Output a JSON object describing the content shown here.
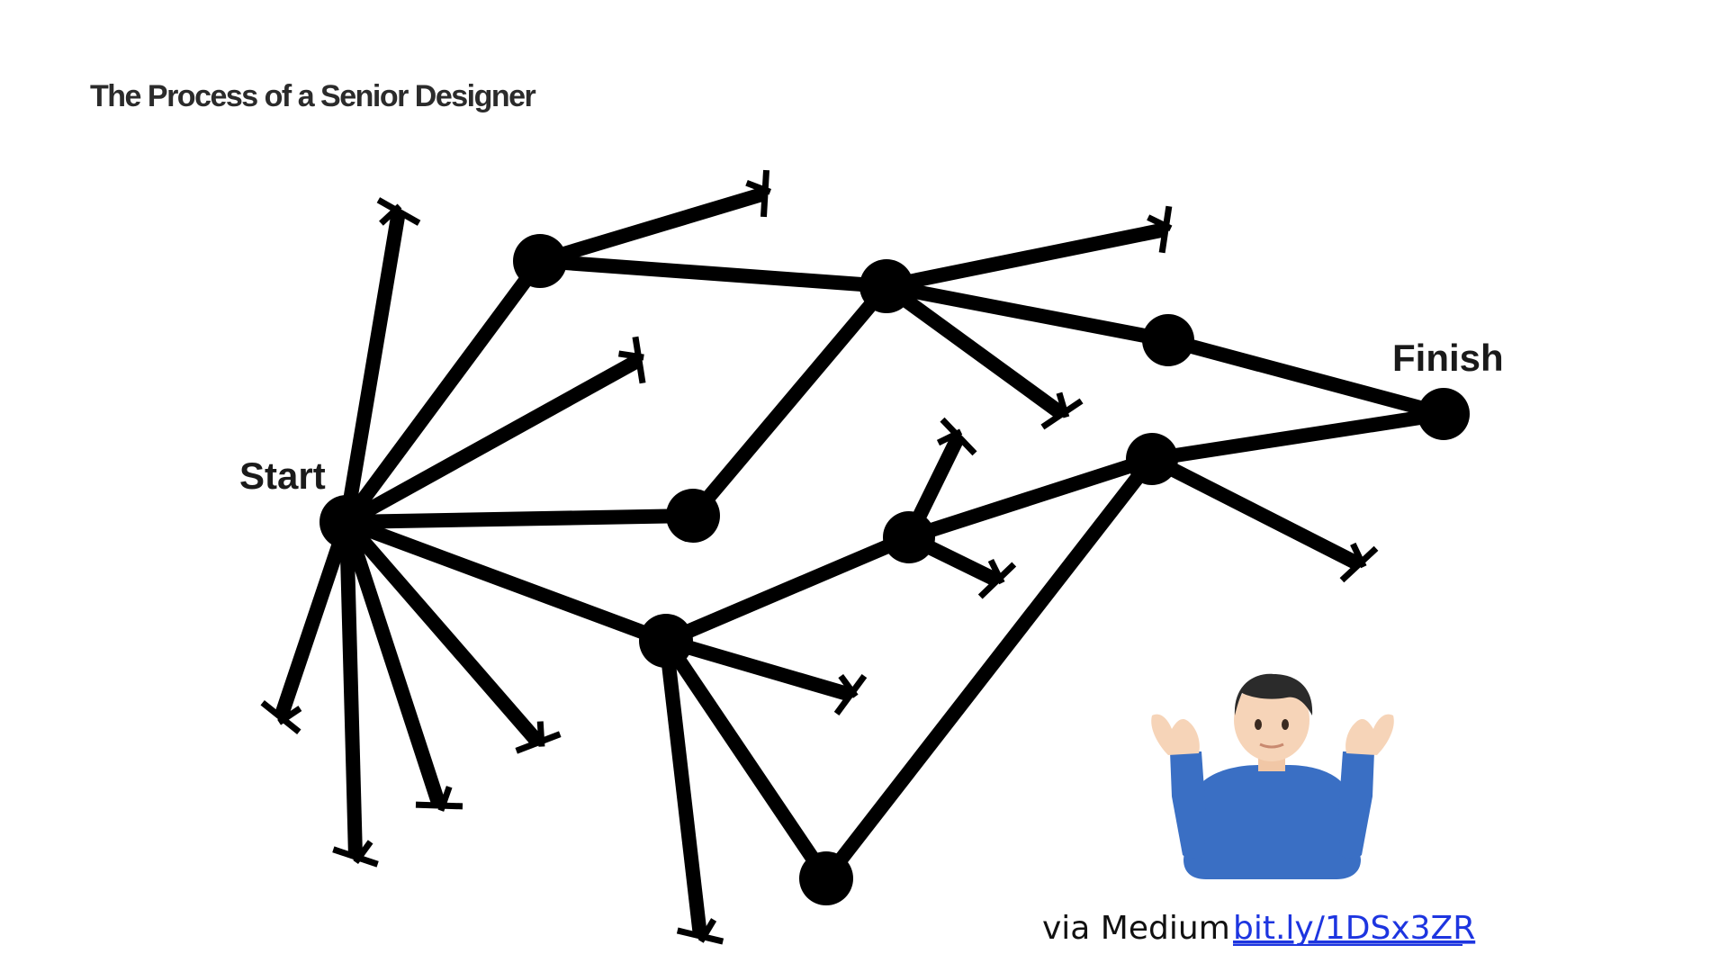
{
  "title": "The Process of a Senior Designer",
  "labels": {
    "start": "Start",
    "finish": "Finish"
  },
  "credit": {
    "prefix": "via Medium",
    "link_text": "bit.ly/1DSx3ZR"
  },
  "icons": {
    "shrug": "person-shrugging-icon"
  },
  "colors": {
    "line": "#000000",
    "title": "#2b2b2b",
    "link": "#1d35e0",
    "shirt": "#3a6fc4",
    "skin": "#f6d4b8",
    "hair": "#2b2b2b"
  }
}
